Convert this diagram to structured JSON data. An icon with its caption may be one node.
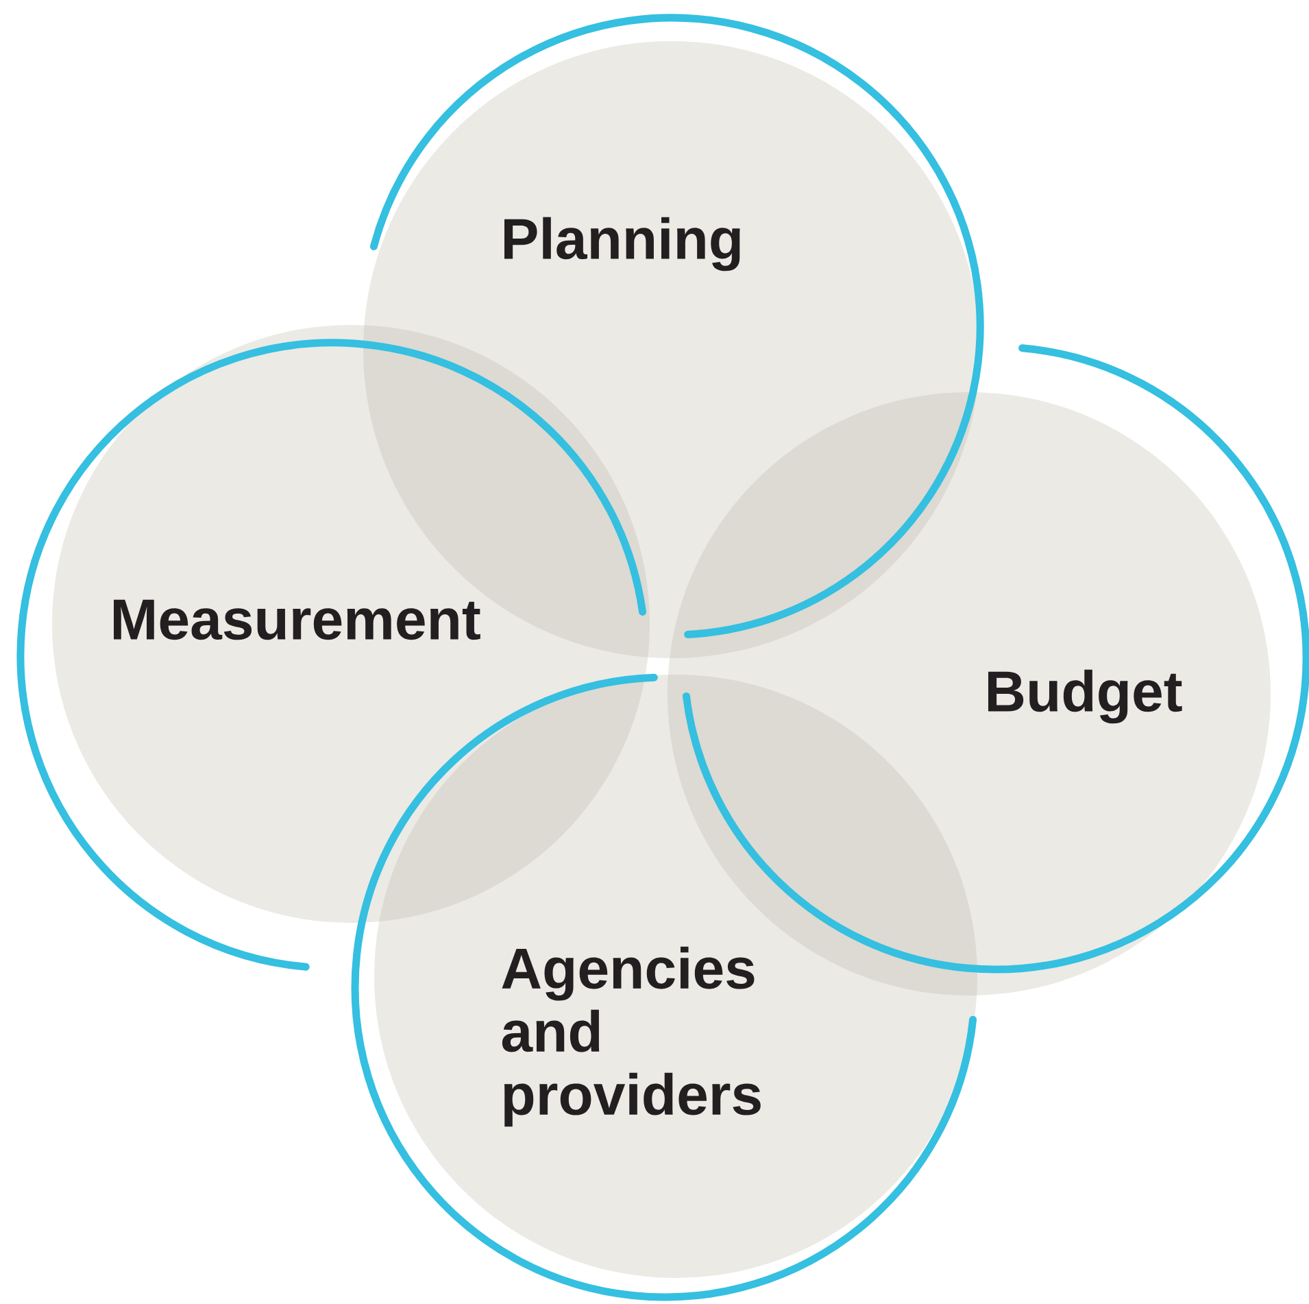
{
  "diagram": {
    "nodes": [
      {
        "text": [
          "Planning"
        ]
      },
      {
        "text": [
          "Measurement"
        ]
      },
      {
        "text": [
          "Budget"
        ]
      },
      {
        "text": [
          "Agencies and providers"
        ]
      }
    ]
  }
}
